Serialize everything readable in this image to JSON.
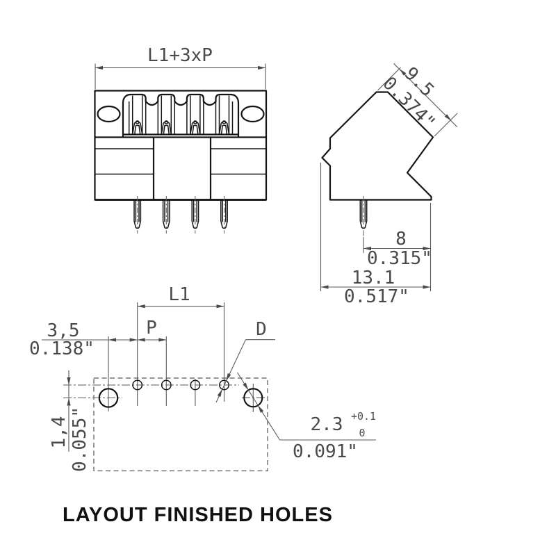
{
  "drawing": {
    "title": "LAYOUT FINISHED HOLES",
    "front_view": {
      "width_dim": "L1+3xP"
    },
    "side_view": {
      "face_width_mm": "9.5",
      "face_width_in": "0.374\"",
      "pin_to_edge_mm": "8",
      "pin_to_edge_in": "0.315\"",
      "depth_mm": "13.1",
      "depth_in": "0.517\""
    },
    "hole_layout": {
      "l1_label": "L1",
      "pitch_label": "P",
      "mount_to_pin_mm": "3,5",
      "mount_to_pin_in": "0.138\"",
      "row_offset_mm": "1,4",
      "row_offset_in": "0.055\"",
      "pin_hole_dia_label": "D",
      "mount_hole_dia_mm": "2.3",
      "mount_hole_tol_plus": "+0.1",
      "mount_hole_tol_minus": "0",
      "mount_hole_dia_in": "0.091\""
    },
    "colors": {
      "object_line": "#151515",
      "dimension_line": "#5a5a5a",
      "background": "#ffffff"
    }
  }
}
